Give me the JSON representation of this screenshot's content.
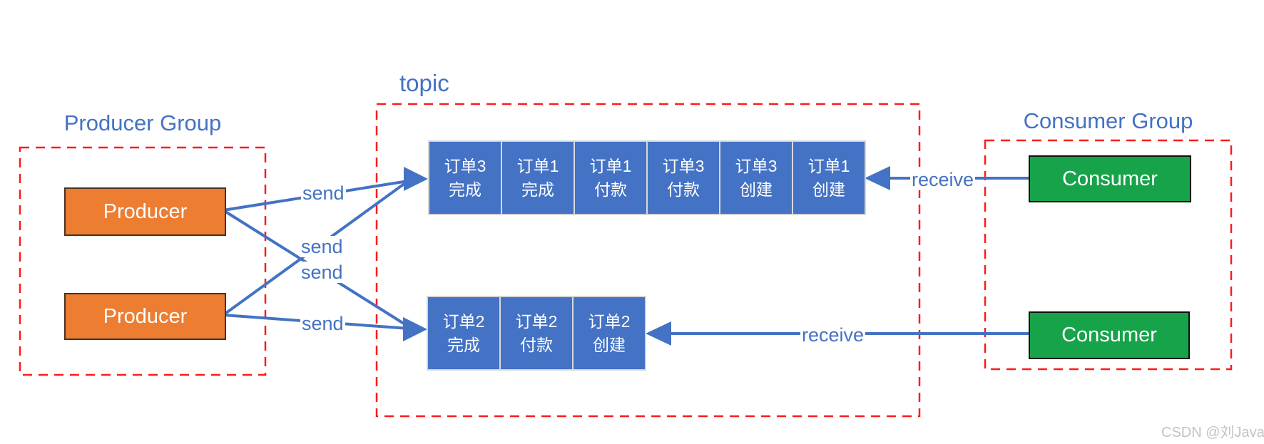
{
  "palette": {
    "accent_blue": "#4472C4",
    "producer_orange": "#ED7D31",
    "consumer_green": "#16A34A",
    "group_border_red": "#FF1A1A",
    "queue_cell_blue": "#4472C4",
    "watermark_gray": "#C3C3C3"
  },
  "topic": {
    "label": "topic",
    "queues": [
      {
        "cells": [
          {
            "line1": "订单3",
            "line2": "完成"
          },
          {
            "line1": "订单1",
            "line2": "完成"
          },
          {
            "line1": "订单1",
            "line2": "付款"
          },
          {
            "line1": "订单3",
            "line2": "付款"
          },
          {
            "line1": "订单3",
            "line2": "创建"
          },
          {
            "line1": "订单1",
            "line2": "创建"
          }
        ]
      },
      {
        "cells": [
          {
            "line1": "订单2",
            "line2": "完成"
          },
          {
            "line1": "订单2",
            "line2": "付款"
          },
          {
            "line1": "订单2",
            "line2": "创建"
          }
        ]
      }
    ]
  },
  "producer_group": {
    "label": "Producer Group",
    "nodes": [
      "Producer",
      "Producer"
    ]
  },
  "consumer_group": {
    "label": "Consumer Group",
    "nodes": [
      "Consumer",
      "Consumer"
    ]
  },
  "edges": {
    "send_labels": [
      "send",
      "send",
      "send",
      "send"
    ],
    "receive_labels": [
      "receive",
      "receive"
    ]
  },
  "watermark": "CSDN @刘Java"
}
